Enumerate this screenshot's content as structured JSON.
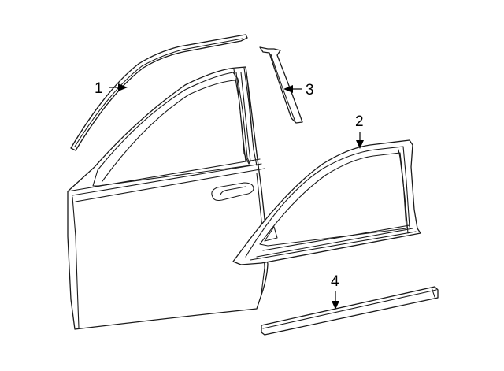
{
  "callouts": [
    {
      "id": "1",
      "text": "1"
    },
    {
      "id": "2",
      "text": "2"
    },
    {
      "id": "3",
      "text": "3"
    },
    {
      "id": "4",
      "text": "4"
    }
  ],
  "colors": {
    "line": "#1a1a1a",
    "background": "#ffffff"
  }
}
